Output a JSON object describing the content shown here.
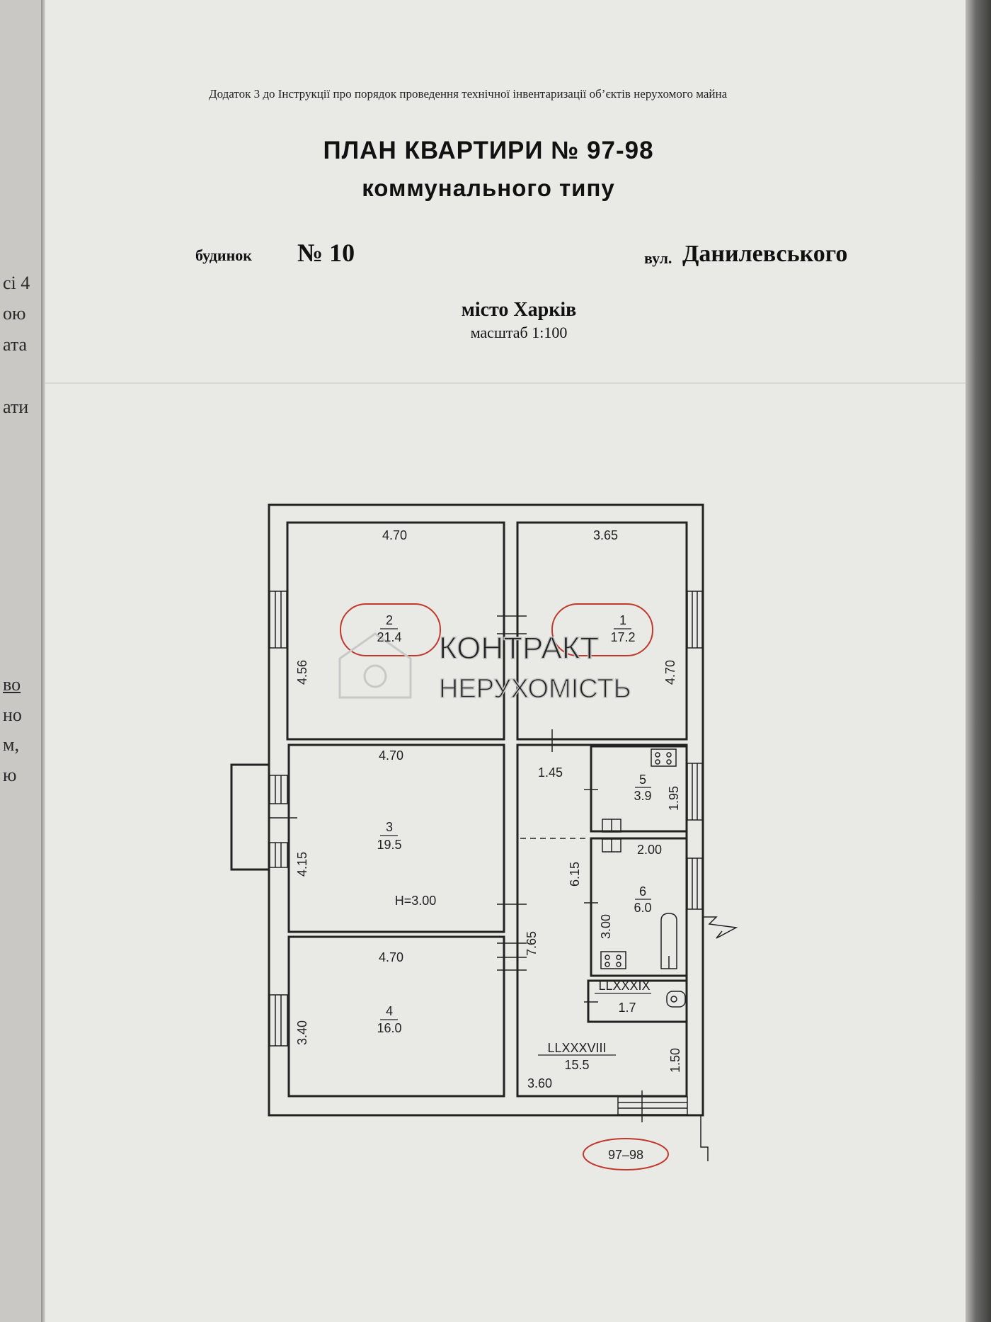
{
  "left_page": {
    "fragments": [
      "сі 4",
      "ою",
      "ата",
      "ати",
      "во",
      "но",
      "м,",
      "ю"
    ]
  },
  "header": {
    "annex": "Додаток 3 до Інструкції про порядок проведення технічної інвентаризації об’єктів нерухомого майна",
    "title": "ПЛАН КВАРТИРИ № 97-98",
    "subtitle": "коммунального типу",
    "house_label": "будинок",
    "house_number": "№ 10",
    "street_label": "вул.",
    "street_name": "Данилевського",
    "city": "місто Харків",
    "scale": "масштаб 1:100"
  },
  "plan": {
    "rooms": [
      {
        "number": "2",
        "area": "21.4",
        "width": "4.70",
        "length": "4.56",
        "circled": true
      },
      {
        "number": "1",
        "area": "17.2",
        "width": "3.65",
        "length": "4.70",
        "circled": true
      },
      {
        "number": "3",
        "area": "19.5",
        "width": "4.70",
        "length": "4.15"
      },
      {
        "number": "4",
        "area": "16.0",
        "width": "4.70",
        "length": "3.40"
      },
      {
        "number": "5",
        "area": "3.9",
        "width": "1.45",
        "length": "1.95"
      },
      {
        "number": "6",
        "area": "6.0",
        "width": "2.00",
        "length": "3.00"
      },
      {
        "number": "LLXXXIX",
        "area": "1.7"
      },
      {
        "number": "LLXXXVIII",
        "area": "15.5",
        "width": "3.60",
        "length": "1.50"
      }
    ],
    "corridor_lengths": [
      "6.15",
      "7.65"
    ],
    "ceiling_height": "H=3.00",
    "apartment_tag": "97–98",
    "watermark": {
      "line1": "КОНТРАКТ",
      "line2": "НЕРУХОМІСТЬ"
    }
  },
  "colors": {
    "paper": "#e9e9e6",
    "ink": "#222222",
    "stamp_red": "#c0392b",
    "watermark": "#c8c8c8"
  }
}
